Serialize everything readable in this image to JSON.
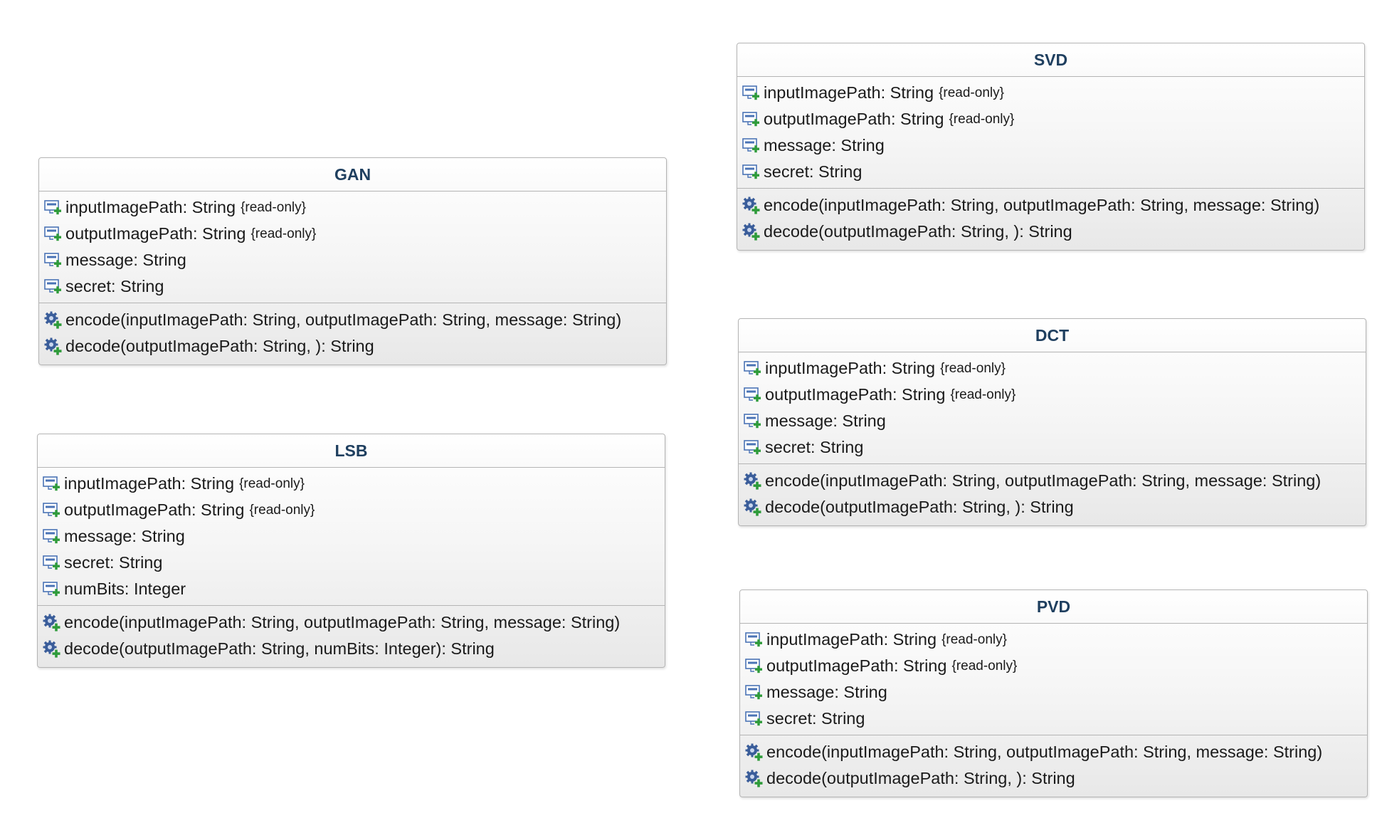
{
  "classes": [
    {
      "name": "GAN",
      "attributes": [
        {
          "text": "inputImagePath: String",
          "modifier": "{read-only}",
          "icon": "attribute-icon"
        },
        {
          "text": "outputImagePath: String",
          "modifier": "{read-only}",
          "icon": "attribute-icon"
        },
        {
          "text": "message: String",
          "modifier": "",
          "icon": "attribute-icon"
        },
        {
          "text": "secret: String",
          "modifier": "",
          "icon": "attribute-icon"
        }
      ],
      "operations": [
        {
          "text": "encode(inputImagePath: String, outputImagePath: String, message: String)",
          "icon": "operation-icon"
        },
        {
          "text": "decode(outputImagePath: String, ): String",
          "icon": "operation-icon"
        }
      ]
    },
    {
      "name": "LSB",
      "attributes": [
        {
          "text": "inputImagePath: String",
          "modifier": "{read-only}",
          "icon": "attribute-icon"
        },
        {
          "text": "outputImagePath: String",
          "modifier": "{read-only}",
          "icon": "attribute-icon"
        },
        {
          "text": "message: String",
          "modifier": "",
          "icon": "attribute-icon"
        },
        {
          "text": "secret: String",
          "modifier": "",
          "icon": "attribute-icon"
        },
        {
          "text": "numBits: Integer",
          "modifier": "",
          "icon": "attribute-icon"
        }
      ],
      "operations": [
        {
          "text": "encode(inputImagePath: String, outputImagePath: String, message: String)",
          "icon": "operation-icon"
        },
        {
          "text": "decode(outputImagePath: String, numBits: Integer): String",
          "icon": "operation-icon"
        }
      ]
    },
    {
      "name": "SVD",
      "attributes": [
        {
          "text": "inputImagePath: String",
          "modifier": "{read-only}",
          "icon": "attribute-icon"
        },
        {
          "text": "outputImagePath: String",
          "modifier": "{read-only}",
          "icon": "attribute-icon"
        },
        {
          "text": "message: String",
          "modifier": "",
          "icon": "attribute-icon"
        },
        {
          "text": "secret: String",
          "modifier": "",
          "icon": "attribute-icon"
        }
      ],
      "operations": [
        {
          "text": "encode(inputImagePath: String, outputImagePath: String, message: String)",
          "icon": "operation-icon"
        },
        {
          "text": "decode(outputImagePath: String, ): String",
          "icon": "operation-icon"
        }
      ]
    },
    {
      "name": "DCT",
      "attributes": [
        {
          "text": "inputImagePath: String",
          "modifier": "{read-only}",
          "icon": "attribute-icon"
        },
        {
          "text": "outputImagePath: String",
          "modifier": "{read-only}",
          "icon": "attribute-icon"
        },
        {
          "text": "message: String",
          "modifier": "",
          "icon": "attribute-icon"
        },
        {
          "text": "secret: String",
          "modifier": "",
          "icon": "attribute-icon"
        }
      ],
      "operations": [
        {
          "text": "encode(inputImagePath: String, outputImagePath: String, message: String)",
          "icon": "operation-icon"
        },
        {
          "text": "decode(outputImagePath: String, ): String",
          "icon": "operation-icon"
        }
      ]
    },
    {
      "name": "PVD",
      "attributes": [
        {
          "text": "inputImagePath: String",
          "modifier": "{read-only}",
          "icon": "attribute-icon"
        },
        {
          "text": "outputImagePath: String",
          "modifier": "{read-only}",
          "icon": "attribute-icon"
        },
        {
          "text": "message: String",
          "modifier": "",
          "icon": "attribute-icon"
        },
        {
          "text": "secret: String",
          "modifier": "",
          "icon": "attribute-icon"
        }
      ],
      "operations": [
        {
          "text": "encode(inputImagePath: String, outputImagePath: String, message: String)",
          "icon": "operation-icon"
        },
        {
          "text": "decode(outputImagePath: String, ): String",
          "icon": "operation-icon"
        }
      ]
    }
  ],
  "colors": {
    "title": "#1f3f5f",
    "border": "#b4b4b4",
    "icon_blue": "#3a66a8",
    "icon_green": "#2e9b3a"
  }
}
